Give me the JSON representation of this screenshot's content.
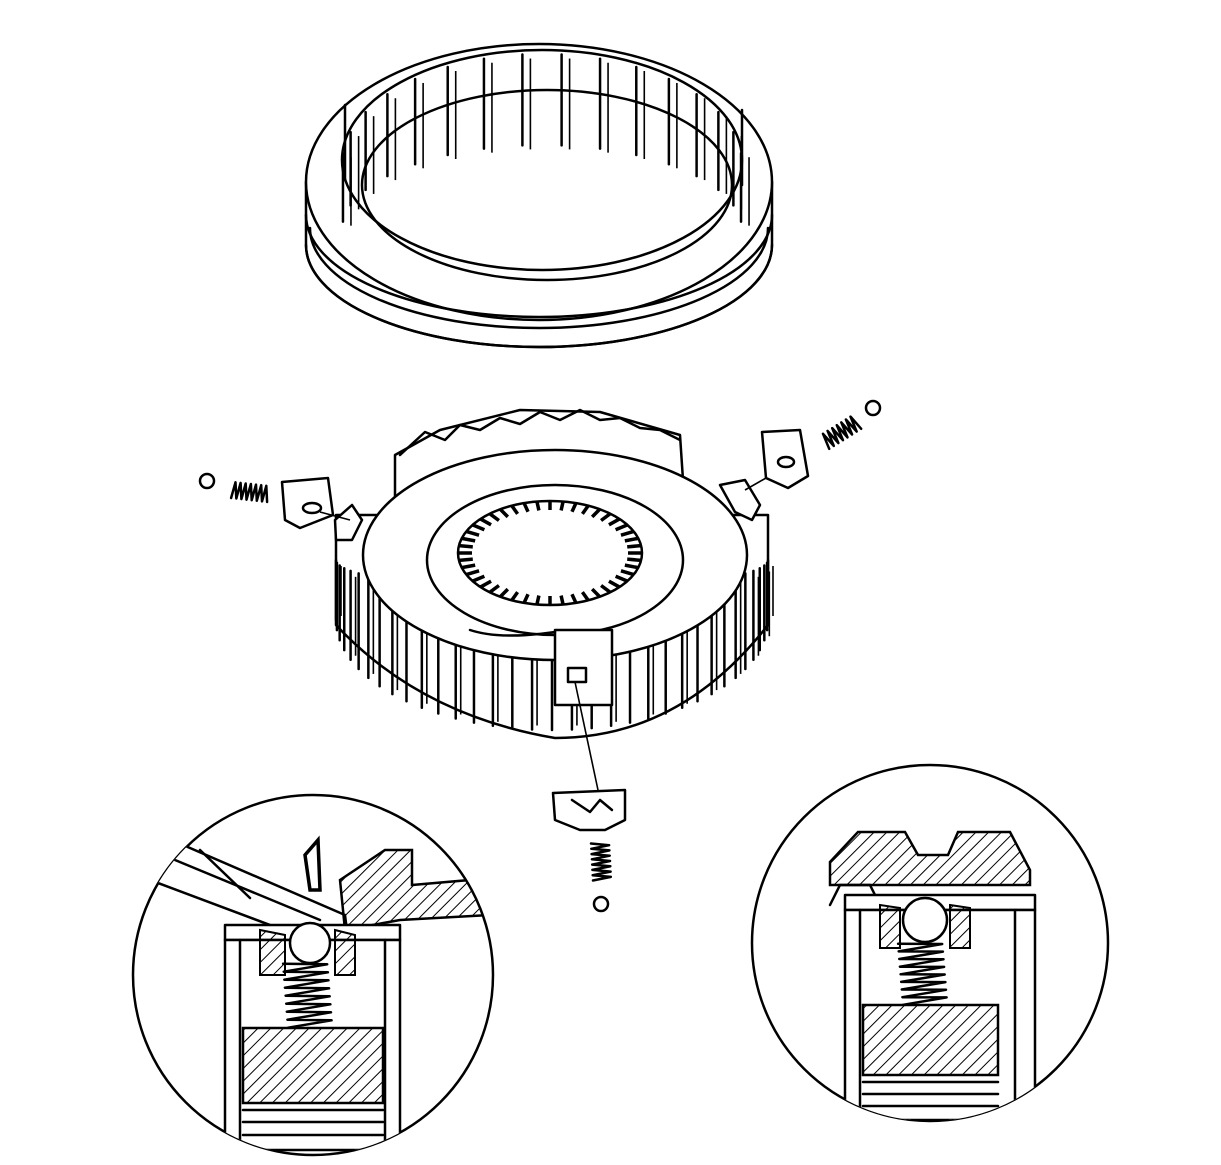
{
  "figure": {
    "caption": "",
    "parts": [
      {
        "id": "synchronizer-sleeve",
        "icon": "sleeve-ring-icon"
      },
      {
        "id": "synchronizer-hub",
        "icon": "splined-hub-icon"
      },
      {
        "id": "synchronizer-keys",
        "count": 3,
        "icon": "key-insert-icon"
      },
      {
        "id": "springs",
        "count": 3,
        "icon": "coil-spring-icon"
      },
      {
        "id": "detent-balls",
        "count": 3,
        "icon": "ball-icon"
      },
      {
        "id": "detail-view-left",
        "icon": "cross-section-icon"
      },
      {
        "id": "detail-view-right",
        "icon": "cross-section-icon"
      }
    ],
    "colors": {
      "line": "#000000",
      "background": "#ffffff"
    }
  }
}
